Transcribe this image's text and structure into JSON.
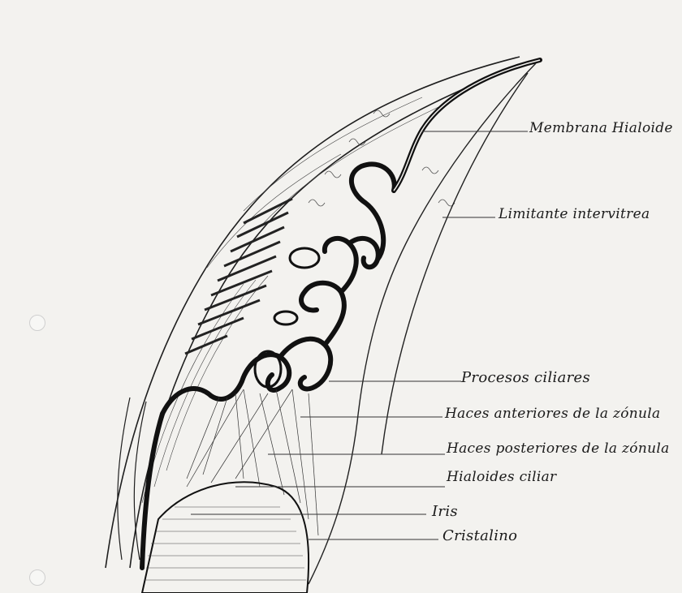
{
  "labels": {
    "membrana_hialoide": "Membrana Hialoide",
    "limitante_intervitrea": "Limitante intervitrea",
    "procesos_ciliares": "Procesos ciliares",
    "haces_anteriores": "Haces anteriores de la zónula",
    "haces_posteriores": "Haces posteriores de la zónula",
    "hialoides_ciliar": "Hialoides ciliar",
    "iris": "Iris",
    "cristalino": "Cristalino"
  }
}
